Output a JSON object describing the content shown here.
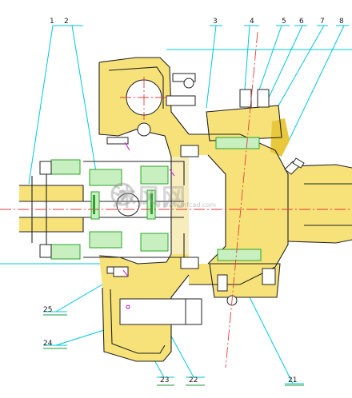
{
  "drawing": {
    "top_callouts": [
      "1",
      "2",
      "3",
      "4",
      "5",
      "6",
      "7",
      "8"
    ],
    "bottom_callouts": [
      "25",
      "24",
      "23",
      "22",
      "21"
    ],
    "watermark": {
      "text": "沐风网",
      "url": "www.mfcad.com"
    },
    "palette": {
      "housing_outline": "#222222",
      "leader_lines": "#00c8d8",
      "section_yellow": "#f7e27a",
      "section_yellow_dark": "#e8c83c",
      "center_lines": "#e23b3b",
      "bearing_green": "#2aa52a",
      "accent_magenta": "#cc33cc",
      "callout_green": "#1e9a3a"
    }
  }
}
